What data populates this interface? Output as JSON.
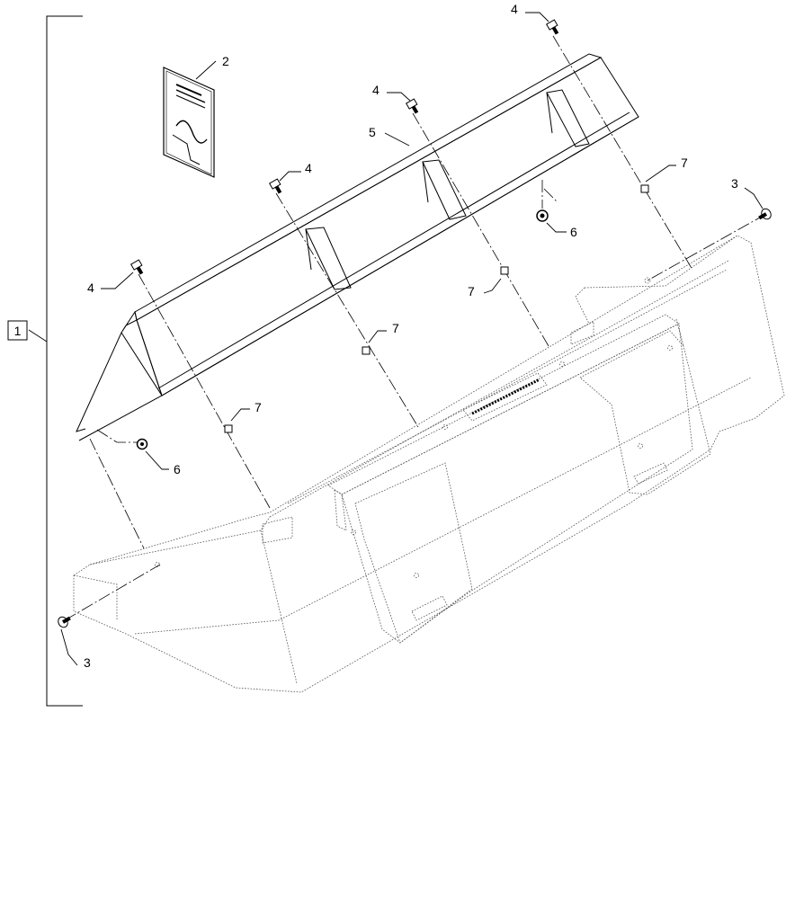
{
  "callouts": {
    "assembly": "1",
    "manual": "2",
    "bolt_3_right": "3",
    "bolt_3_left": "3",
    "bolt_4_top": "4",
    "bolt_4_upper_mid": "4",
    "bolt_4_mid": "4",
    "bolt_4_left": "4",
    "channel": "5",
    "nut_6_right": "6",
    "nut_6_left": "6",
    "nut_7_right_top": "7",
    "nut_7_right_mid": "7",
    "nut_7_mid": "7",
    "nut_7_left": "7"
  }
}
